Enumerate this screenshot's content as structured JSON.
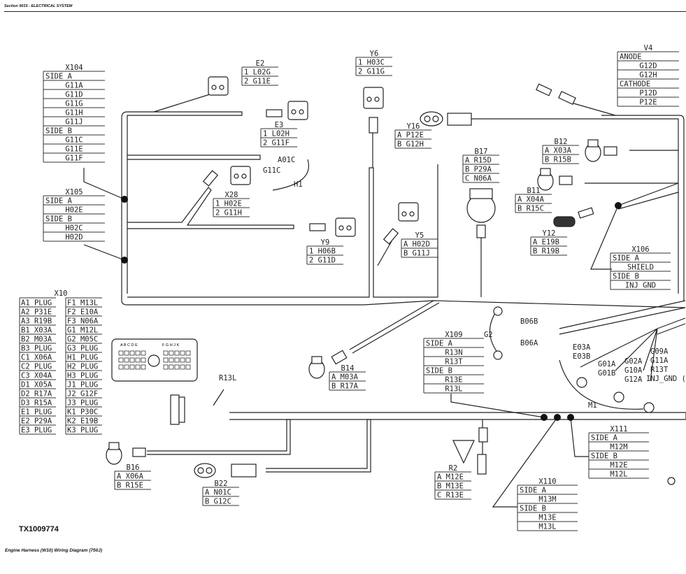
{
  "header": {
    "section": "Section 9015 - ELECTRICAL SYSTEM"
  },
  "figure_id": "TX1009774",
  "caption": "Engine Harness (W10) Wiring Diagram (750J)",
  "tables": {
    "X104": {
      "title": "X104",
      "rows": [
        [
          "SIDE A",
          ""
        ],
        [
          "",
          "G11A"
        ],
        [
          "",
          "G11D"
        ],
        [
          "",
          "G11G"
        ],
        [
          "",
          "G11H"
        ],
        [
          "",
          "G11J"
        ],
        [
          "SIDE B",
          ""
        ],
        [
          "",
          "G11C"
        ],
        [
          "",
          "G11E"
        ],
        [
          "",
          "G11F"
        ]
      ]
    },
    "X105": {
      "title": "X105",
      "rows": [
        [
          "SIDE A",
          ""
        ],
        [
          "",
          "H02E"
        ],
        [
          "SIDE B",
          ""
        ],
        [
          "",
          "H02C"
        ],
        [
          "",
          "H02D"
        ]
      ]
    },
    "E2": {
      "title": "E2",
      "rows": [
        [
          "1",
          "L02G"
        ],
        [
          "2",
          "G11E"
        ]
      ]
    },
    "E3": {
      "title": "E3",
      "rows": [
        [
          "1",
          "L02H"
        ],
        [
          "2",
          "G11F"
        ]
      ]
    },
    "X28": {
      "title": "X28",
      "rows": [
        [
          "1",
          "H02E"
        ],
        [
          "2",
          "G11H"
        ]
      ]
    },
    "Y6": {
      "title": "Y6",
      "rows": [
        [
          "1",
          "H03C"
        ],
        [
          "2",
          "G11G"
        ]
      ]
    },
    "Y16": {
      "title": "Y16",
      "rows": [
        [
          "A",
          "P12E"
        ],
        [
          "B",
          "G12H"
        ]
      ]
    },
    "Y9": {
      "title": "Y9",
      "rows": [
        [
          "1",
          "H06B"
        ],
        [
          "2",
          "G11D"
        ]
      ]
    },
    "Y5": {
      "title": "Y5",
      "rows": [
        [
          "A",
          "H02D"
        ],
        [
          "B",
          "G11J"
        ]
      ]
    },
    "B17": {
      "title": "B17",
      "rows": [
        [
          "A",
          "R15D"
        ],
        [
          "B",
          "P29A"
        ],
        [
          "C",
          "N06A"
        ]
      ]
    },
    "V4": {
      "title": "V4",
      "rows": [
        [
          "ANODE",
          ""
        ],
        [
          "",
          "G12D"
        ],
        [
          "",
          "G12H"
        ],
        [
          "CATHODE",
          ""
        ],
        [
          "",
          "P12D"
        ],
        [
          "",
          "P12E"
        ]
      ]
    },
    "B12": {
      "title": "B12",
      "rows": [
        [
          "A",
          "X03A"
        ],
        [
          "B",
          "R15B"
        ]
      ]
    },
    "B11": {
      "title": "B11",
      "rows": [
        [
          "A",
          "X04A"
        ],
        [
          "B",
          "R15C"
        ]
      ]
    },
    "Y12": {
      "title": "Y12",
      "rows": [
        [
          "A",
          "E19B"
        ],
        [
          "B",
          "R19B"
        ]
      ]
    },
    "X106": {
      "title": "X106",
      "rows": [
        [
          "SIDE A",
          ""
        ],
        [
          "",
          "SHIELD"
        ],
        [
          "SIDE B",
          ""
        ],
        [
          "",
          "INJ_GND"
        ]
      ]
    },
    "B14": {
      "title": "B14",
      "rows": [
        [
          "A",
          "M03A"
        ],
        [
          "B",
          "R17A"
        ]
      ]
    },
    "X109": {
      "title": "X109",
      "rows": [
        [
          "SIDE A",
          ""
        ],
        [
          "",
          "R13N"
        ],
        [
          "",
          "R13T"
        ],
        [
          "SIDE B",
          ""
        ],
        [
          "",
          "R13E"
        ],
        [
          "",
          "R13L"
        ]
      ]
    },
    "X111": {
      "title": "X111",
      "rows": [
        [
          "SIDE A",
          ""
        ],
        [
          "",
          "M12M"
        ],
        [
          "SIDE B",
          ""
        ],
        [
          "",
          "M12E"
        ],
        [
          "",
          "M12L"
        ]
      ]
    },
    "X110": {
      "title": "X110",
      "rows": [
        [
          "SIDE A",
          ""
        ],
        [
          "",
          "M13M"
        ],
        [
          "SIDE B",
          ""
        ],
        [
          "",
          "M13E"
        ],
        [
          "",
          "M13L"
        ]
      ]
    },
    "R2": {
      "title": "R2",
      "rows": [
        [
          "A",
          "M12E"
        ],
        [
          "B",
          "M13E"
        ],
        [
          "C",
          "R13E"
        ]
      ]
    },
    "B16": {
      "title": "B16",
      "rows": [
        [
          "A",
          "X06A"
        ],
        [
          "B",
          "R15E"
        ]
      ]
    },
    "B22": {
      "title": "B22",
      "rows": [
        [
          "A",
          "N01C"
        ],
        [
          "B",
          "G12C"
        ]
      ]
    }
  },
  "x10": {
    "title": "X10",
    "left": [
      "A1 PLUG",
      "A2 P31E",
      "A3 R19B",
      "B1 X03A",
      "B2 M03A",
      "B3 PLUG",
      "C1 X06A",
      "C2 PLUG",
      "C3 X04A",
      "D1 X05A",
      "D2 R17A",
      "D3 R15A",
      "E1 PLUG",
      "E2 P29A",
      "E3 PLUG"
    ],
    "right": [
      "F1 M13L",
      "F2 E10A",
      "F3 N06A",
      "G1 M12L",
      "G2 M05C",
      "G3 PLUG",
      "H1 PLUG",
      "H2 PLUG",
      "H3 PLUG",
      "J1 PLUG",
      "J2 G12F",
      "J3 PLUG",
      "K1 P30C",
      "K2 E19B",
      "K3 PLUG"
    ],
    "face_cols_left": "A B C D E",
    "face_cols_right": "F G H J K"
  },
  "wire_labels": {
    "a01c": "A01C",
    "g11c": "G11C",
    "h1": "H1",
    "r13l": "R13L",
    "g2": "G2",
    "b06b": "B06B",
    "b06a": "B06A",
    "e03a": "E03A",
    "e03b": "E03B",
    "g01a": "G01A",
    "g01b": "G01B",
    "g02a": "G02A",
    "g10a": "G10A",
    "g12a": "G12A",
    "g09a": "G09A",
    "g11a": "G11A",
    "r13t": "R13T",
    "inj_gnd": "INJ_GND (",
    "m1": "M1"
  }
}
